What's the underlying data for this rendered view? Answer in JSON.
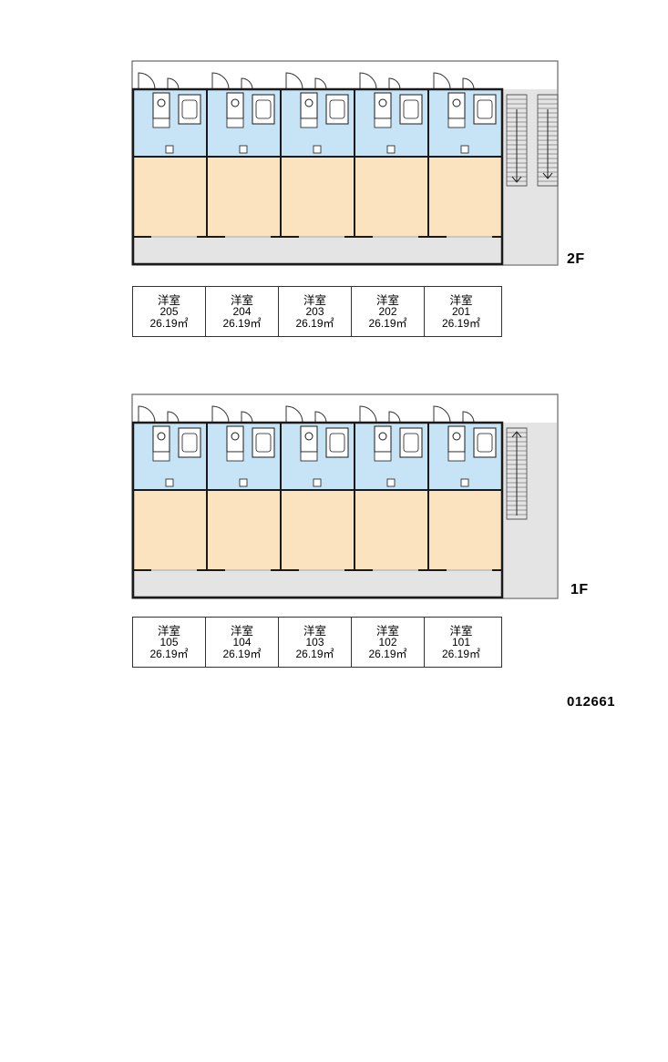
{
  "floors": [
    {
      "label": "2F",
      "stair_arrow": "down",
      "units": [
        {
          "type": "洋室",
          "number": "205",
          "area": "26.19㎡"
        },
        {
          "type": "洋室",
          "number": "204",
          "area": "26.19㎡"
        },
        {
          "type": "洋室",
          "number": "203",
          "area": "26.19㎡"
        },
        {
          "type": "洋室",
          "number": "202",
          "area": "26.19㎡"
        },
        {
          "type": "洋室",
          "number": "201",
          "area": "26.19㎡"
        }
      ]
    },
    {
      "label": "1F",
      "stair_arrow": "up",
      "units": [
        {
          "type": "洋室",
          "number": "105",
          "area": "26.19㎡"
        },
        {
          "type": "洋室",
          "number": "104",
          "area": "26.19㎡"
        },
        {
          "type": "洋室",
          "number": "103",
          "area": "26.19㎡"
        },
        {
          "type": "洋室",
          "number": "102",
          "area": "26.19㎡"
        },
        {
          "type": "洋室",
          "number": "101",
          "area": "26.19㎡"
        }
      ]
    }
  ],
  "property_code": "012661",
  "colors": {
    "room_fill": "#fbe3c0",
    "wet_area_fill": "#c6e4f6",
    "corridor_fill": "#e4e4e4",
    "wall": "#1a1a1a"
  }
}
